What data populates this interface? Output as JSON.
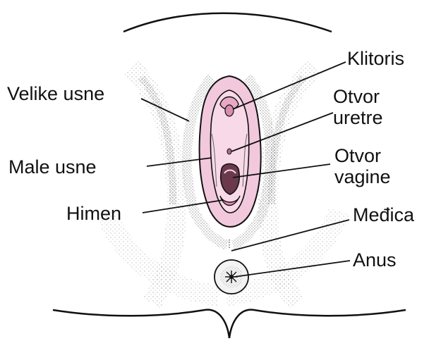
{
  "labels": {
    "klitoris": "Klitoris",
    "otvor_uretre_1": "Otvor",
    "otvor_uretre_2": "uretre",
    "otvor_vagine_1": "Otvor",
    "otvor_vagine_2": "vagine",
    "medica": "Međica",
    "anus": "Anus",
    "velike_usne": "Velike usne",
    "male_usne": "Male usne",
    "himen": "Himen"
  },
  "colors": {
    "outline": "#111111",
    "tissue_pink": "#f2c8dc",
    "tissue_pink_dark": "#d98cb0",
    "stipple": "#333333"
  }
}
